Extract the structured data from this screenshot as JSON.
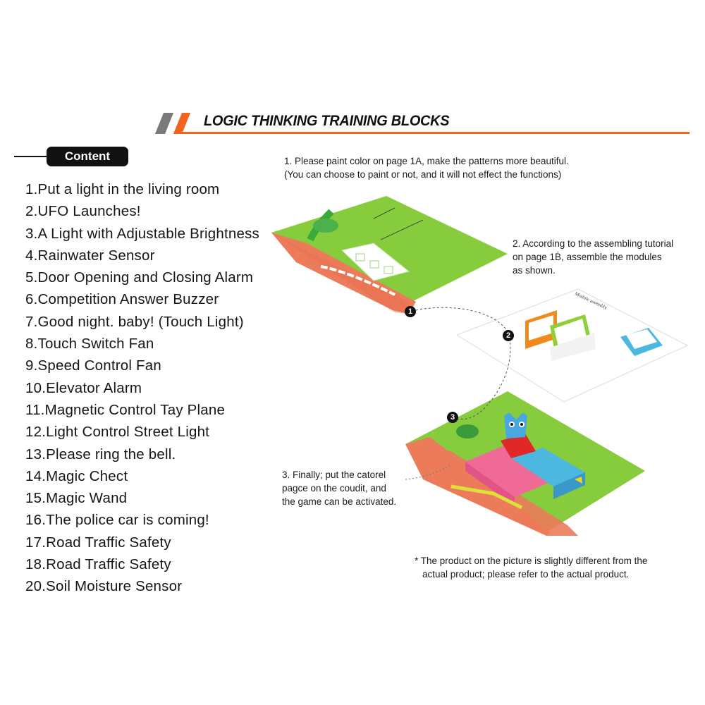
{
  "header": {
    "title": "LOGIC THINKING TRAINING BLOCKS",
    "accent_color": "#f0641e",
    "secondary_color": "#7a7a7a"
  },
  "content": {
    "label": "Content",
    "items": [
      "1.Put a light in the living room",
      "2.UFO Launches!",
      "3.A Light with Adjustable Brightness",
      "4.Rainwater Sensor",
      "5.Door Opening and Closing Alarm",
      "6.Competition Answer Buzzer",
      "7.Good night. baby! (Touch Light)",
      "8.Touch Switch Fan",
      "9.Speed Control Fan",
      "10.Elevator Alarm",
      "11.Magnetic Control Tay Plane",
      "12.Light Control Street Light",
      "13.Please ring the bell.",
      "14.Magic Chect",
      "15.Magic Wand",
      "16.The police car is coming!",
      "17.Road Traffic Safety",
      "18.Road Traffic Safety",
      "20.Soil Moisture Sensor"
    ]
  },
  "steps": [
    {
      "badge": "1",
      "lines": [
        "1. Please paint color on page 1A, make the patterns more beautiful.",
        "(You can choose to paint or not, and it will not effect the functions)"
      ]
    },
    {
      "badge": "2",
      "lines": [
        "2. According to the assembling tutorial",
        "on page 1Ḃ, assemble the modules",
        "as shown."
      ]
    },
    {
      "badge": "3",
      "lines": [
        "3. Finally; put the catorel",
        "pagce on the coudit, and",
        "the game can be activated."
      ]
    }
  ],
  "note": {
    "lines": [
      "* The product on the picture is slightly different from the",
      "actual product; please refer to the actual product."
    ]
  },
  "colors": {
    "board_green": "#86cc3c",
    "board_orange": "#ec7b5a",
    "module_orange": "#f08a1c",
    "module_green": "#8fcf3a",
    "module_blue": "#4cb8e0",
    "owl_blue": "#4aa8e0",
    "pillow_red": "#e02828",
    "block_pink": "#f06a98"
  }
}
